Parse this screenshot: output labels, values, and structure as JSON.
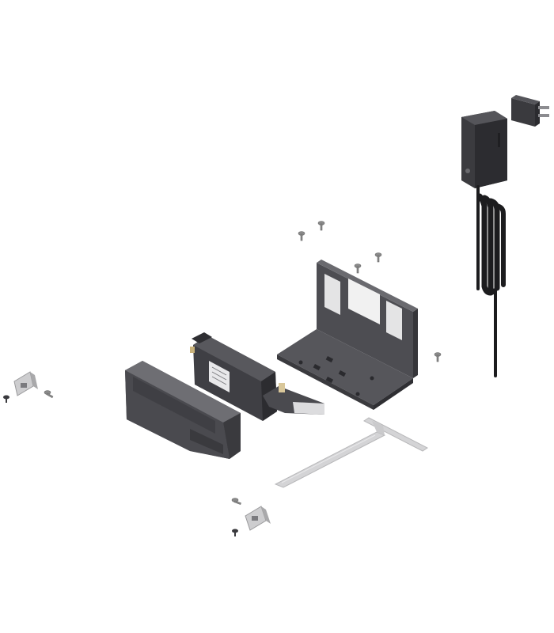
{
  "image": {
    "background": "#ffffff",
    "colors": {
      "dark_part": "#4a4a4e",
      "dark_part_shade": "#2f2f33",
      "light_part": "#cfcfd1",
      "screw": "#8a8a8a",
      "cable": "#1c1c1e"
    }
  },
  "parts": [
    {
      "name": "power-adapter",
      "icon": "power-adapter-icon"
    },
    {
      "name": "plug-adapter",
      "icon": "plug-icon"
    },
    {
      "name": "cable-bundle",
      "icon": "cable-icon"
    },
    {
      "name": "mounting-bracket",
      "icon": "bracket-icon"
    },
    {
      "name": "drive-unit",
      "icon": "motor-icon"
    },
    {
      "name": "cover-housing",
      "icon": "cover-icon"
    },
    {
      "name": "synchronisation-plate",
      "icon": "plate-icon"
    },
    {
      "name": "end-cap-left",
      "icon": "cap-icon"
    },
    {
      "name": "end-cap-bottom",
      "icon": "cap-icon"
    },
    {
      "name": "screws",
      "icon": "screw-icon"
    }
  ]
}
